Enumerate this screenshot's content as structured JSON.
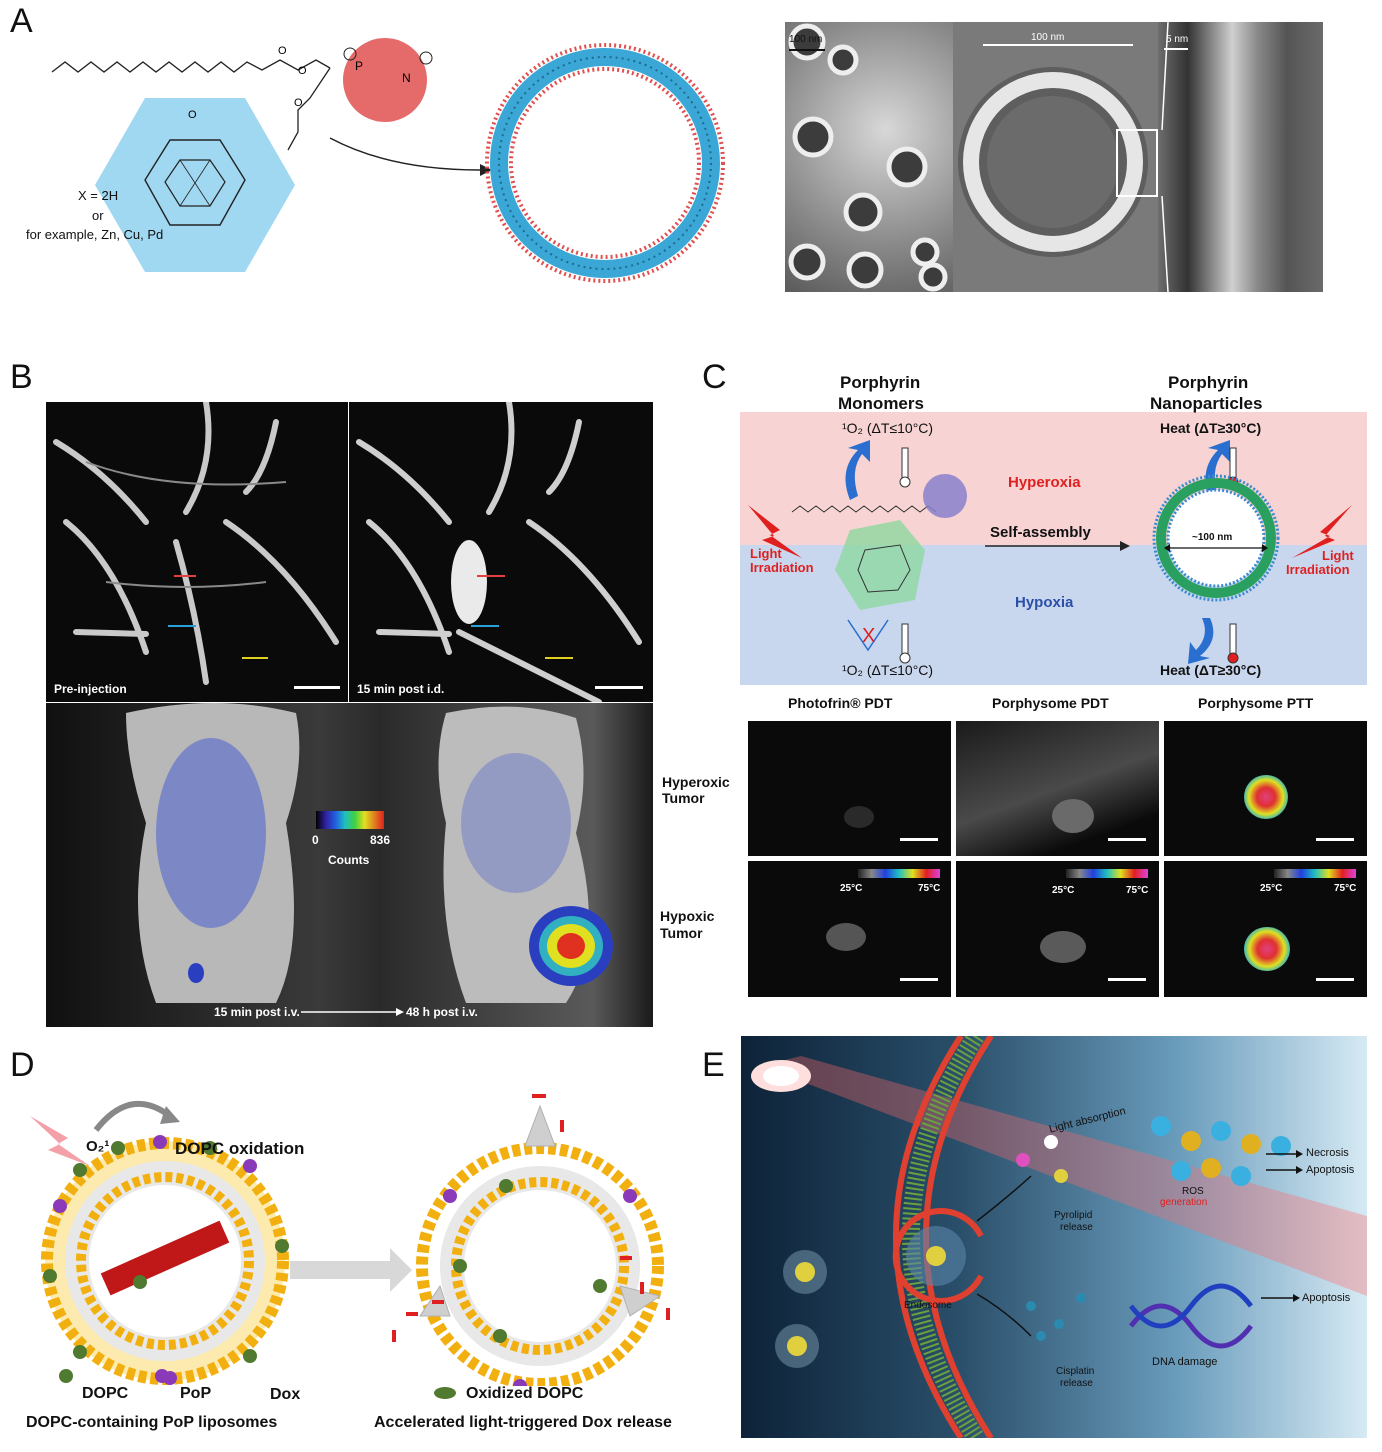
{
  "panels": {
    "A": {
      "label": "A",
      "x_note": [
        "X = 2H",
        "or",
        "for example, Zn, Cu, Pd"
      ],
      "tem_scales": [
        "100 nm",
        "100 nm",
        "5 nm"
      ]
    },
    "B": {
      "label": "B",
      "top_left": "Pre-injection",
      "top_right": "15 min post i.d.",
      "colorbar_min": "0",
      "colorbar_max": "836",
      "colorbar_unit": "Counts",
      "bottom_left_time": "15 min post i.v.",
      "bottom_right_time": "48 h post i.v."
    },
    "C": {
      "label": "C",
      "left_title_1": "Porphyrin",
      "left_title_2": "Monomers",
      "right_title_1": "Porphyrin",
      "right_title_2": "Nanoparticles",
      "o2_top": "¹O₂ (ΔT≤10°C)",
      "o2_bottom": "¹O₂ (ΔT≤10°C)",
      "heat_top": "Heat (ΔT≥30°C)",
      "heat_bottom": "Heat (ΔT≥30°C)",
      "hyperoxia": "Hyperoxia",
      "hypoxia": "Hypoxia",
      "self_assembly": "Self-assembly",
      "light_left_1": "Light",
      "light_left_2": "Irradiation",
      "light_right_1": "Light",
      "light_right_2": "Irradiation",
      "diameter": "~100 nm",
      "col_headers": [
        "Photofrin® PDT",
        "Porphysome PDT",
        "Porphysome PTT"
      ],
      "row_headers": [
        [
          "Hyperoxic",
          "Tumor"
        ],
        [
          "Hypoxic",
          "Tumor"
        ]
      ],
      "temp_min": "25°C",
      "temp_max": "75°C"
    },
    "D": {
      "label": "D",
      "o2": "O₂¹",
      "oxidation": "DOPC oxidation",
      "legend_dopc": "DOPC",
      "legend_pop": "PoP",
      "legend_dox": "Dox",
      "caption_left": "DOPC-containing PoP liposomes",
      "legend_oxidized": "Oxidized DOPC",
      "caption_right": "Accelerated light-triggered Dox release"
    },
    "E": {
      "label": "E",
      "light_absorption": "Light absorption",
      "pyrolipid_release": [
        "Pyrolipid",
        "release"
      ],
      "ros_generation": [
        "ROS",
        "generation"
      ],
      "necrosis": "Necrosis",
      "apoptosis_1": "Apoptosis",
      "endosome": "Endosome",
      "cisplatin_release": [
        "Cisplatin",
        "release"
      ],
      "dna_damage": "DNA damage",
      "apoptosis_2": "Apoptosis"
    }
  },
  "colors": {
    "hyperoxia_bg": "#f7d3d3",
    "hypoxia_bg": "#c9d7ee",
    "red_text": "#e02020",
    "blue_text": "#2c4fa8",
    "porphyrin_blue": "#3aa7d6",
    "head_red": "#e05050"
  }
}
